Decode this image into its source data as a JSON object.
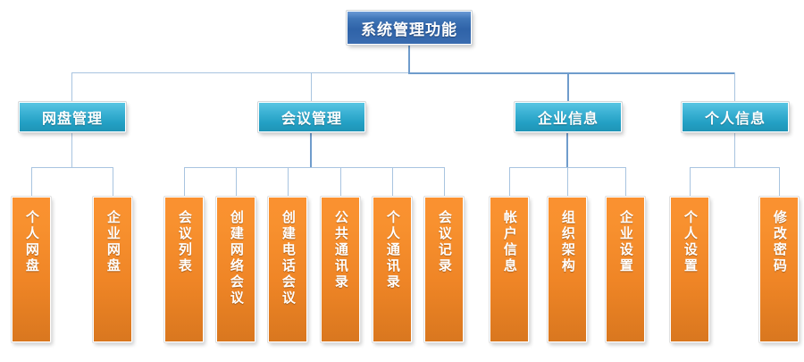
{
  "diagram": {
    "type": "org-chart",
    "title": "系统管理功能",
    "colors": {
      "root": "#2f63a8",
      "level2": "#23a0c4",
      "leaf": "#ef8526",
      "connector": "#a8c4e0",
      "background": "#ffffff",
      "text": "#ffffff"
    },
    "root": {
      "label": "系统管理功能"
    },
    "branches": [
      {
        "label": "网盘管理",
        "children": [
          {
            "label": "个人网盘"
          },
          {
            "label": "企业网盘"
          }
        ]
      },
      {
        "label": "会议管理",
        "children": [
          {
            "label": "会议列表"
          },
          {
            "label": "创建网络会议"
          },
          {
            "label": "创建电话会议"
          },
          {
            "label": "公共通讯录"
          },
          {
            "label": "个人通讯录"
          },
          {
            "label": "会议记录"
          }
        ]
      },
      {
        "label": "企业信息",
        "children": [
          {
            "label": "帐户信息"
          },
          {
            "label": "组织架构"
          },
          {
            "label": "企业设置"
          }
        ]
      },
      {
        "label": "个人信息",
        "children": [
          {
            "label": "个人设置"
          },
          {
            "label": "修改密码"
          }
        ]
      }
    ]
  }
}
